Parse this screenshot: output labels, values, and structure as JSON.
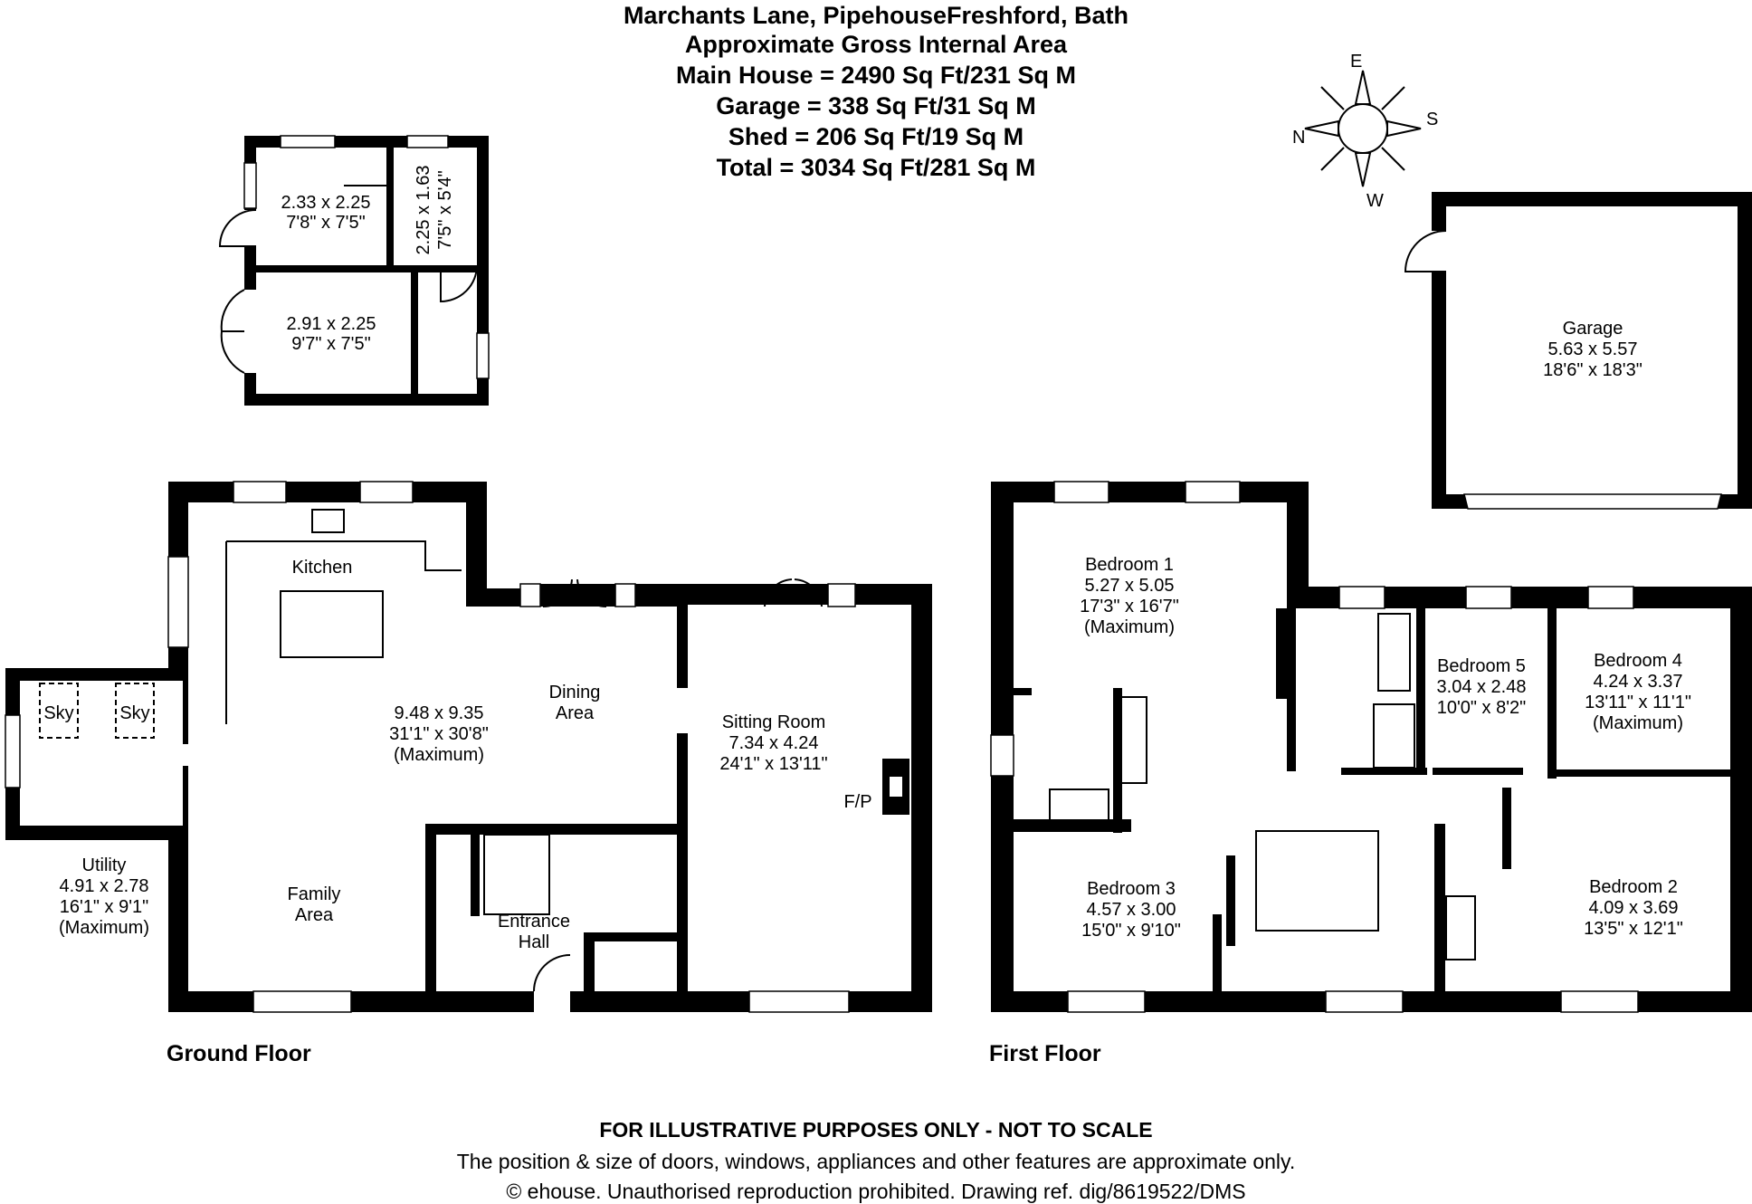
{
  "header": {
    "address": "Marchants Lane, PipehouseFreshford, Bath",
    "subtitle": "Approximate Gross Internal Area",
    "main_house": "Main House = 2490 Sq Ft/231 Sq M",
    "garage": "Garage = 338 Sq Ft/31 Sq M",
    "shed": "Shed = 206 Sq Ft/19 Sq M",
    "total": "Total = 3034 Sq Ft/281 Sq M"
  },
  "compass": {
    "e": "E",
    "s": "S",
    "n": "N",
    "w": "W"
  },
  "shed": {
    "room_a": {
      "metric": "2.33 x 2.25",
      "imperial": "7'8\" x 7'5\""
    },
    "room_b": {
      "metric": "2.25 x 1.63",
      "imperial": "7'5\" x 5'4\""
    },
    "room_c": {
      "metric": "2.91 x 2.25",
      "imperial": "9'7\" x 7'5\""
    }
  },
  "garage": {
    "name": "Garage",
    "metric": "5.63 x 5.57",
    "imperial": "18'6\" x 18'3\""
  },
  "ground_floor": {
    "label": "Ground Floor",
    "kitchen": "Kitchen",
    "main_room": {
      "metric": "9.48 x 9.35",
      "imperial": "31'1\" x 30'8\"",
      "note": "(Maximum)"
    },
    "dining": {
      "line1": "Dining",
      "line2": "Area"
    },
    "family": {
      "line1": "Family",
      "line2": "Area"
    },
    "sitting": {
      "name": "Sitting Room",
      "metric": "7.34 x 4.24",
      "imperial": "24'1\" x 13'11\""
    },
    "fireplace": "F/P",
    "entrance": {
      "line1": "Entrance",
      "line2": "Hall"
    },
    "utility": {
      "name": "Utility",
      "metric": "4.91 x 2.78",
      "imperial": "16'1\" x 9'1\"",
      "note": "(Maximum)"
    },
    "sky1": "Sky",
    "sky2": "Sky"
  },
  "first_floor": {
    "label": "First Floor",
    "bedroom1": {
      "name": "Bedroom 1",
      "metric": "5.27 x 5.05",
      "imperial": "17'3\" x 16'7\"",
      "note": "(Maximum)"
    },
    "bedroom2": {
      "name": "Bedroom 2",
      "metric": "4.09 x 3.69",
      "imperial": "13'5\" x 12'1\""
    },
    "bedroom3": {
      "name": "Bedroom 3",
      "metric": "4.57 x 3.00",
      "imperial": "15'0\" x 9'10\""
    },
    "bedroom4": {
      "name": "Bedroom 4",
      "metric": "4.24 x 3.37",
      "imperial": "13'11\" x 11'1\"",
      "note": "(Maximum)"
    },
    "bedroom5": {
      "name": "Bedroom 5",
      "metric": "3.04 x 2.48",
      "imperial": "10'0\" x 8'2\""
    }
  },
  "footer": {
    "line1": "FOR ILLUSTRATIVE PURPOSES ONLY - NOT TO SCALE",
    "line2": "The position & size of doors, windows, appliances and other features are approximate only.",
    "line3": "© ehouse. Unauthorised reproduction prohibited. Drawing ref. dig/8619522/DMS"
  }
}
